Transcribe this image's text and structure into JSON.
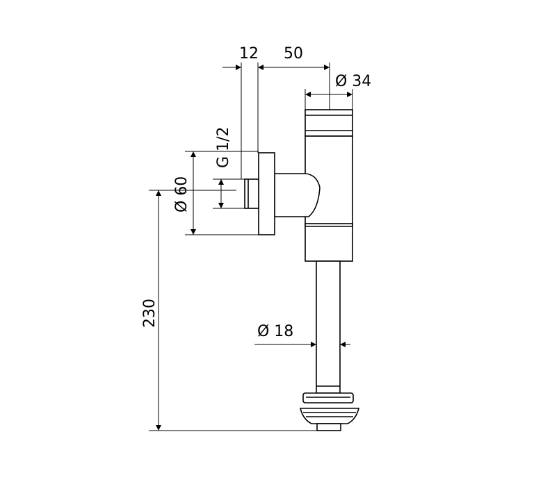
{
  "dimensions": {
    "thread_depth": "12",
    "offset": "50",
    "cap_diameter": "Ø 34",
    "thread": "G 1/2",
    "flange_diameter": "Ø 60",
    "height": "230",
    "tube_diameter": "Ø 18"
  }
}
